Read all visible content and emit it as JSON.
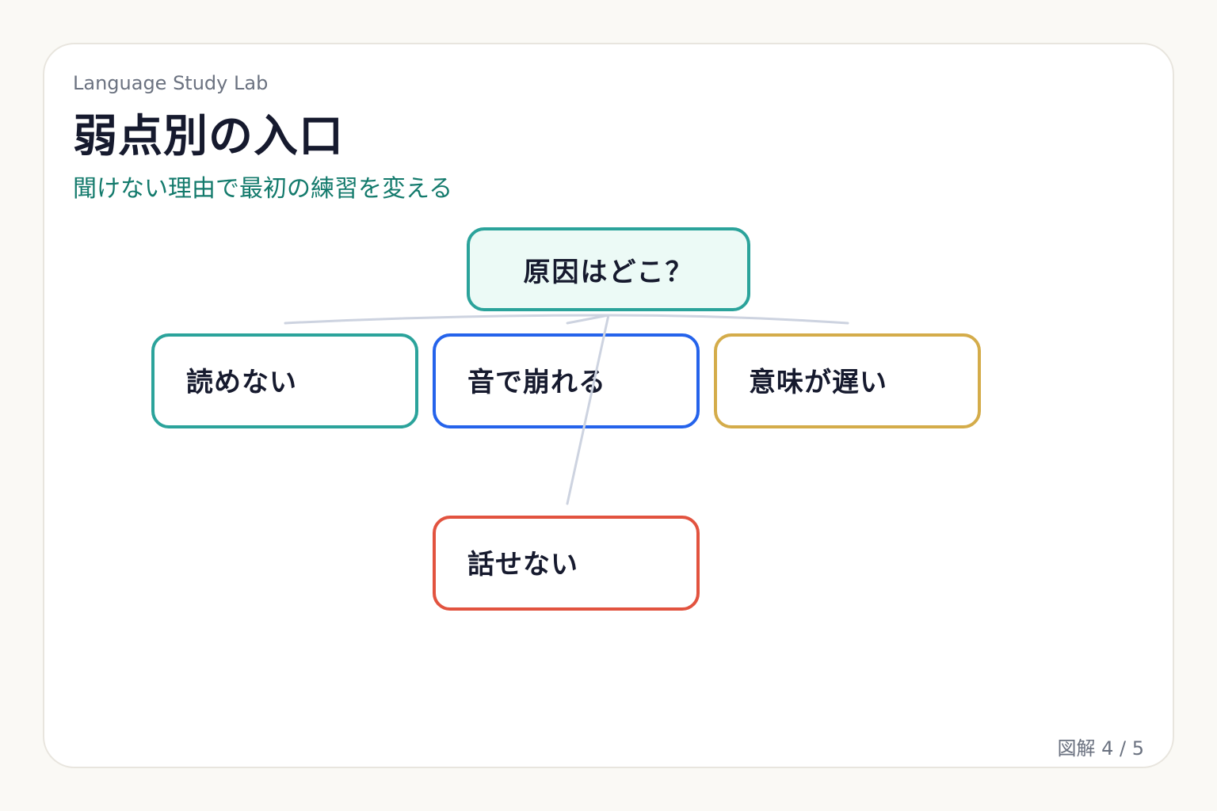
{
  "header": {
    "eyebrow": "Language Study Lab",
    "title": "弱点別の入口",
    "subtitle": "聞けない理由で最初の練習を変える"
  },
  "diagram": {
    "root": "原因はどこ？",
    "nodes": [
      {
        "id": "read",
        "label": "読めない",
        "color": "#2ba39b"
      },
      {
        "id": "sound",
        "label": "音で崩れる",
        "color": "#2563eb"
      },
      {
        "id": "meaning",
        "label": "意味が遅い",
        "color": "#d4ac4a"
      },
      {
        "id": "speak",
        "label": "話せない",
        "color": "#e2533f"
      }
    ],
    "connector_color": "#cdd3e0"
  },
  "footer": {
    "page": "図解 4 / 5"
  },
  "colors": {
    "accent": "#137a6c",
    "root_fill": "#ecfaf6",
    "text": "#161a2e",
    "muted": "#6b7280"
  }
}
